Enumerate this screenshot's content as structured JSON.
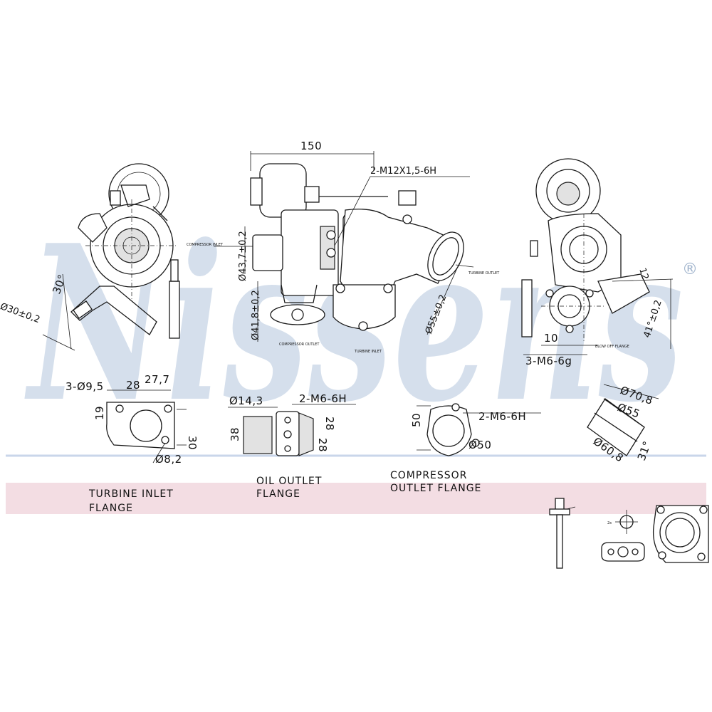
{
  "watermark": {
    "brand": "Nissens",
    "registered": "®",
    "color": "#c7d5e6"
  },
  "band_color": "#f3dde3",
  "rule_color": "#c9d6ea",
  "dimensions": {
    "overall_length": "150",
    "oil_inlet_thread": "2-M12X1,5-6H",
    "compressor_inlet_dia": "Ø43,7±0,2",
    "compressor_inlet_dia_2": "Ø41,8±0,2",
    "compressor_outlet_dia": "Ø55±0,2",
    "turbine_angle": "30°",
    "turbine_inlet_pipe_dia": "Ø30±0,2",
    "side_angle": "41°±0,2",
    "side_dim_12": "12",
    "side_dim_10": "10",
    "side_thread": "3-M6-6g"
  },
  "labels": {
    "compressor_inlet": "COMPRESSOR INLET",
    "compressor_outlet_small": "COMPRESSOR OUTLET",
    "turbine_outlet": "TURBINE OUTLET",
    "turbine_inlet": "TURBINE INLET",
    "blow_off": "BLOW OFF FLANGE"
  },
  "turbine_inlet_flange": {
    "caption_line1": "TURBINE INLET",
    "caption_line2": "FLANGE",
    "holes": "3-Ø9,5",
    "d28": "28",
    "d27_7": "27,7",
    "d19": "19",
    "d30": "30",
    "d8_2": "Ø8,2"
  },
  "oil_outlet_flange": {
    "caption_line1": "OIL OUTLET",
    "caption_line2": "FLANGE",
    "dia": "Ø14,3",
    "thread": "2-M6-6H",
    "h38": "38",
    "d28a": "28",
    "d28b": "28"
  },
  "compressor_outlet_flange": {
    "caption_line1": "COMPRESSOR",
    "caption_line2": "OUTLET FLANGE",
    "d50": "50",
    "thread": "2-M6-6H",
    "dia50": "Ø50"
  },
  "outlet_pipe": {
    "d70_8": "Ø70,8",
    "d55": "Ø55",
    "d60_8": "Ø60,8",
    "angle": "31°"
  },
  "small_marks": {
    "label_2x": "2x"
  }
}
